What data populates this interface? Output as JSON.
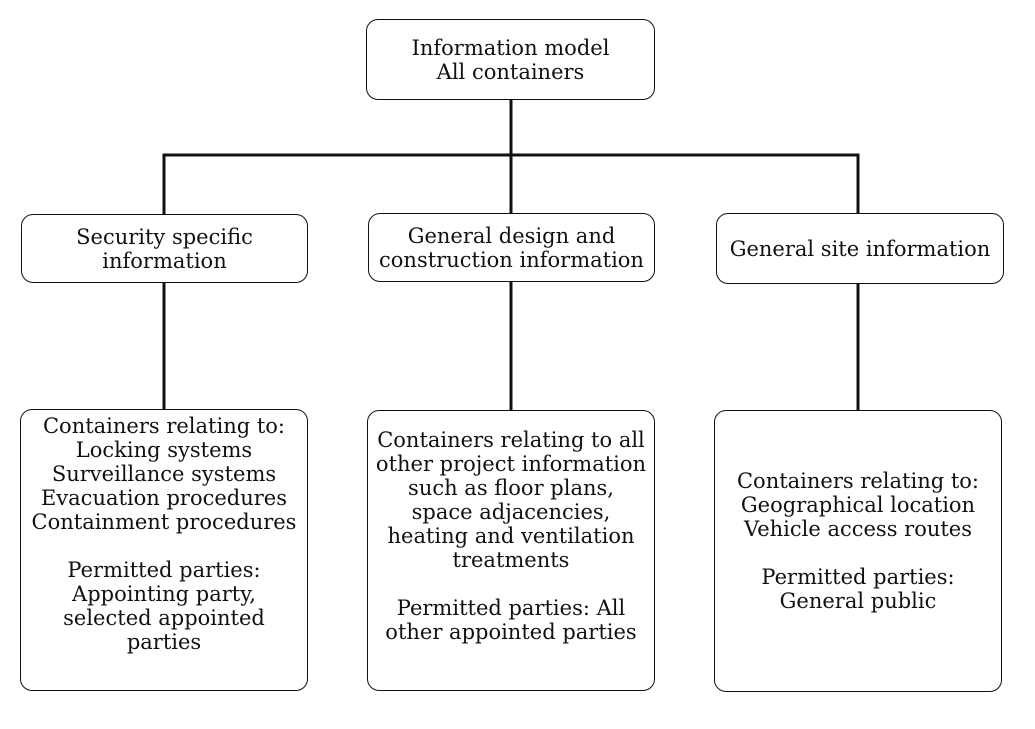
{
  "root": {
    "lines": [
      "Information model",
      "All containers"
    ]
  },
  "categories": [
    {
      "title_lines": [
        "Security specific",
        "information"
      ],
      "detail": {
        "relating_lines": [
          "Containers relating to:",
          "Locking systems",
          "Surveillance systems",
          "Evacuation procedures",
          "Containment procedures"
        ],
        "parties_lines": [
          "Permitted parties:",
          "Appointing party,",
          "selected appointed",
          "parties"
        ]
      }
    },
    {
      "title_lines": [
        "General design and",
        "construction information"
      ],
      "detail": {
        "relating_lines": [
          "Containers relating to all",
          "other project information",
          "such as floor plans,",
          "space adjacencies,",
          "heating and ventilation",
          "treatments"
        ],
        "parties_lines": [
          "Permitted parties: All",
          "other appointed parties"
        ]
      }
    },
    {
      "title_lines": [
        "General site information"
      ],
      "detail": {
        "relating_lines": [
          "Containers relating to:",
          "Geographical location",
          "Vehicle access routes"
        ],
        "parties_lines": [
          "Permitted parties:",
          "General public"
        ]
      }
    }
  ]
}
